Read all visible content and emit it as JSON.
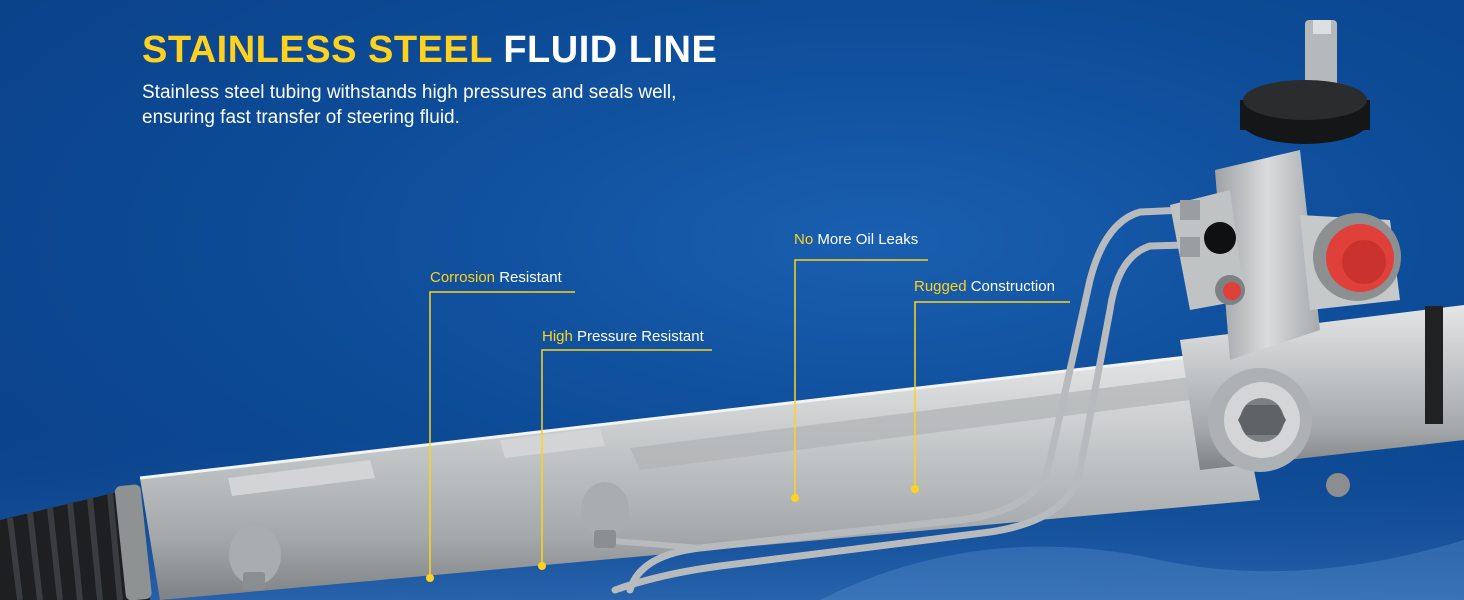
{
  "headline": {
    "highlight": "STAINLESS STEEL",
    "rest": "FLUID LINE"
  },
  "description": {
    "line1": "Stainless steel tubing withstands high pressures and seals well,",
    "line2": "ensuring fast transfer of steering fluid."
  },
  "callouts": [
    {
      "highlight": "Corrosion",
      "rest": "Resistant"
    },
    {
      "highlight": "High",
      "rest": "Pressure Resistant"
    },
    {
      "highlight": "No",
      "rest": "More Oil Leaks"
    },
    {
      "highlight": "Rugged",
      "rest": "Construction"
    }
  ],
  "colors": {
    "background": "#0d4c98",
    "accent": "#ffd21f",
    "text": "#ffffff",
    "metal": "#b9bcbd",
    "port_cap": "#e0403a"
  }
}
